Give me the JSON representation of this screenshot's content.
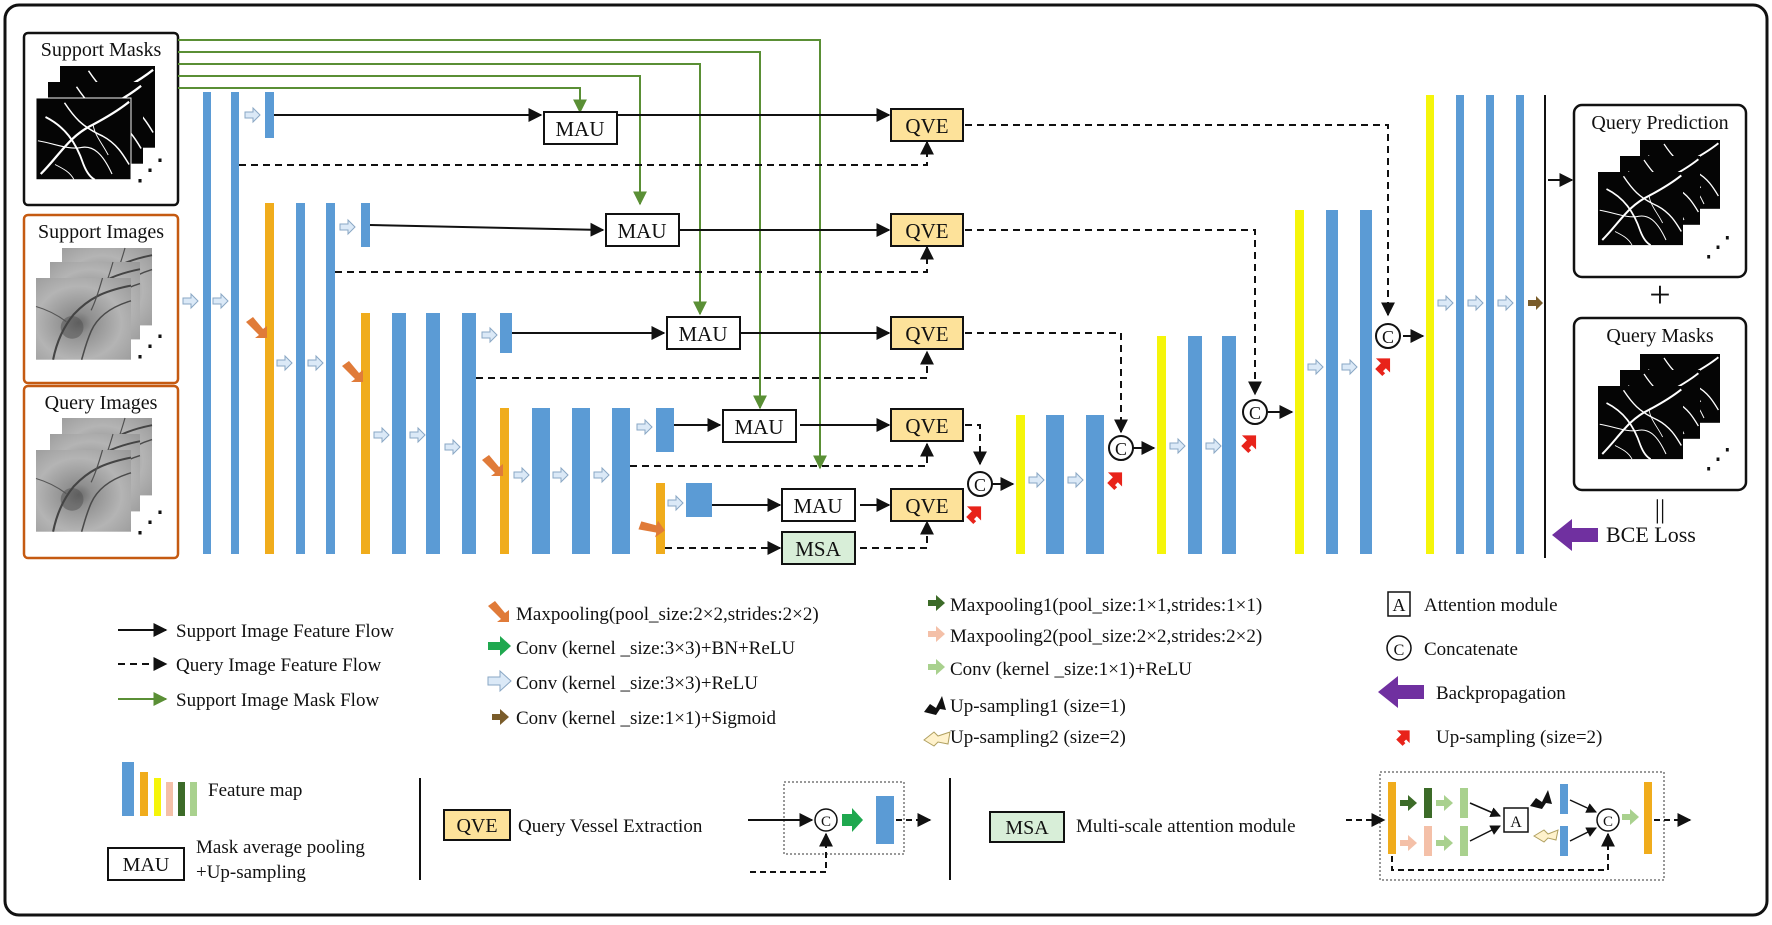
{
  "inputs": {
    "support_masks": "Support Masks",
    "support_images": "Support Images",
    "query_images": "Query Images",
    "ellipsis": "⋰"
  },
  "modules": {
    "mau": "MAU",
    "qve": "QVE",
    "msa": "MSA",
    "concat_symbol": "C",
    "attention_symbol": "A"
  },
  "outputs": {
    "query_prediction": "Query Prediction",
    "plus": "+",
    "query_masks": "Query Masks",
    "equals": "||",
    "bce_loss": "BCE Loss"
  },
  "legend": {
    "support_feature_flow": "Support Image Feature Flow",
    "query_feature_flow": "Query Image Feature Flow",
    "support_mask_flow": "Support Image Mask Flow",
    "maxpooling": "Maxpooling(pool_size:2×2,strides:2×2)",
    "conv_bn_relu": "Conv (kernel _size:3×3)+BN+ReLU",
    "conv_relu": "Conv (kernel _size:3×3)+ReLU",
    "conv_sigmoid": "Conv (kernel _size:1×1)+Sigmoid",
    "maxpooling1": "Maxpooling1(pool_size:1×1,strides:1×1)",
    "maxpooling2": "Maxpooling2(pool_size:2×2,strides:2×2)",
    "conv1x1_relu": "Conv (kernel _size:1×1)+ReLU",
    "upsampling1": "Up-sampling1 (size=1)",
    "upsampling2": "Up-sampling2 (size=2)",
    "attention_module": "Attention module",
    "concatenate": "Concatenate",
    "backpropagation": "Backpropagation",
    "upsampling_size2": "Up-sampling (size=2)",
    "feature_map": "Feature map",
    "mau_desc_line1": "Mask average pooling",
    "mau_desc_line2": "+Up-sampling",
    "qve_desc": "Query Vessel Extraction",
    "msa_desc": "Multi-scale attention module"
  },
  "colors": {
    "blue": "#5b9bd5",
    "orange": "#f0ac1c",
    "yellow": "#f5f50a",
    "qve_fill": "#fde29a",
    "msa_fill": "#d8eed8",
    "green_line": "#5a8f35",
    "orange_frame": "#c55a11",
    "purple": "#7030a0",
    "red": "#e8231a",
    "pale_blue": "#dbe9f7"
  }
}
